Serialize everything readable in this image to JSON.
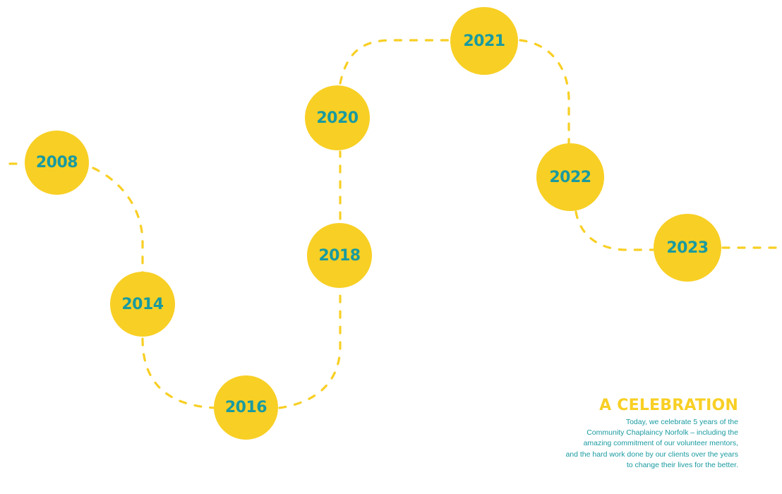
{
  "colors": {
    "accent_yellow": "#F8CF24",
    "accent_teal": "#1A9AA0",
    "background": "#FFFFFF"
  },
  "timeline": {
    "milestones": [
      {
        "year": "2008"
      },
      {
        "year": "2014"
      },
      {
        "year": "2016"
      },
      {
        "year": "2018"
      },
      {
        "year": "2020"
      },
      {
        "year": "2021"
      },
      {
        "year": "2022"
      },
      {
        "year": "2023"
      }
    ]
  },
  "caption": {
    "title": "A CELEBRATION",
    "body": "Today, we celebrate 5 years of the\nCommunity Chaplaincy Norfolk – including the\namazing commitment of our volunteer mentors,\nand the hard work done by our clients over the years\nto change their lives for the better."
  }
}
